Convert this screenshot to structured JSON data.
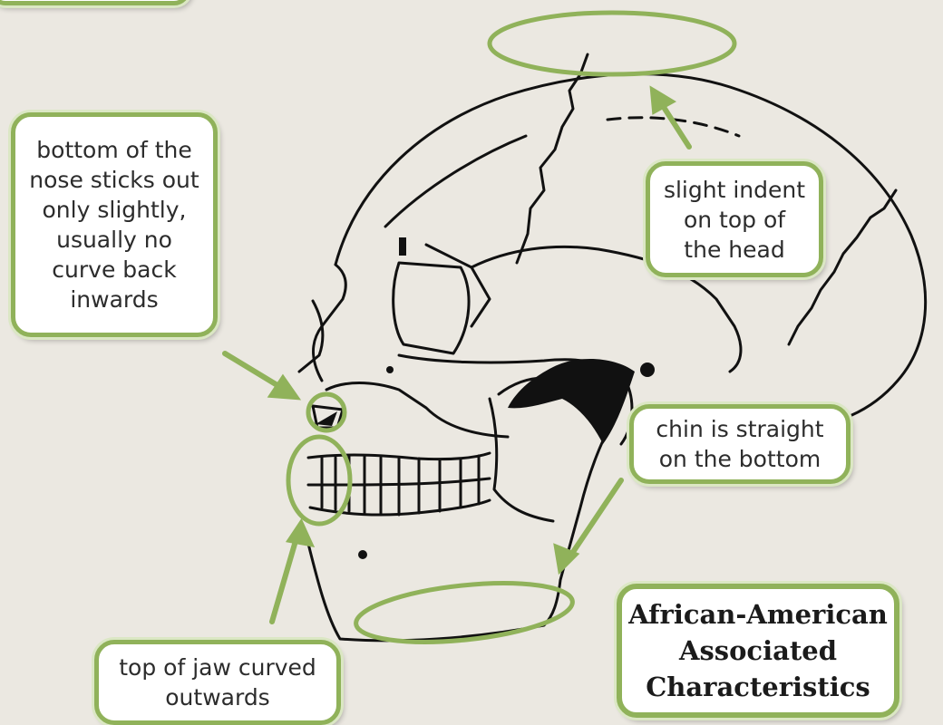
{
  "diagram": {
    "title": "African-American\nAssociated\nCharacteristics",
    "callouts": {
      "nose": "bottom of the\nnose sticks out\nonly slightly,\nusually no\ncurve back\ninwards",
      "head_indent": "slight indent\non top of\nthe head",
      "chin": "chin is straight\non the bottom",
      "jaw": "top of jaw curved\noutwards"
    },
    "colors": {
      "accent_green": "#90b25a",
      "background": "#ebe8e1",
      "ink": "#000000"
    }
  }
}
